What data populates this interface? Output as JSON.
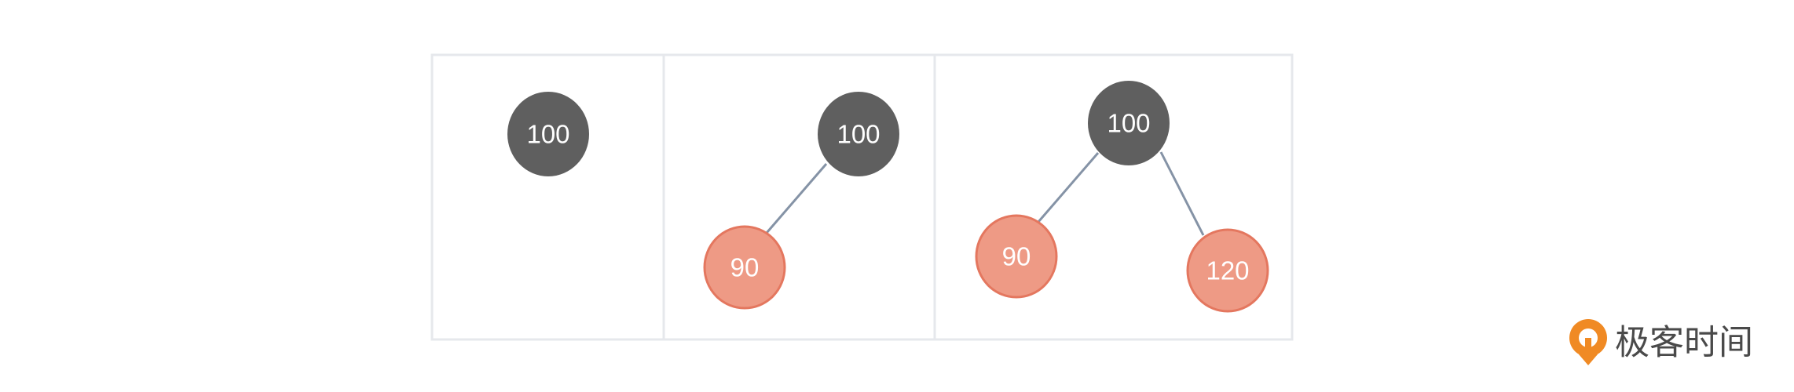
{
  "colors": {
    "panel_border": "#e6e8ec",
    "edge": "#8593a6",
    "node_dark": "#5f5f5f",
    "node_red_fill": "#ee9a85",
    "node_red_stroke": "#e4775f",
    "brand_orange": "#f08a24"
  },
  "panels": [
    {
      "nodes": [
        {
          "label": "100",
          "style": "dark"
        }
      ]
    },
    {
      "nodes": [
        {
          "label": "100",
          "style": "dark"
        },
        {
          "label": "90",
          "style": "red"
        }
      ]
    },
    {
      "nodes": [
        {
          "label": "100",
          "style": "dark"
        },
        {
          "label": "90",
          "style": "red"
        },
        {
          "label": "120",
          "style": "red"
        }
      ]
    }
  ],
  "brand": {
    "icon": "geektime-logo-icon",
    "text": "极客时间"
  }
}
